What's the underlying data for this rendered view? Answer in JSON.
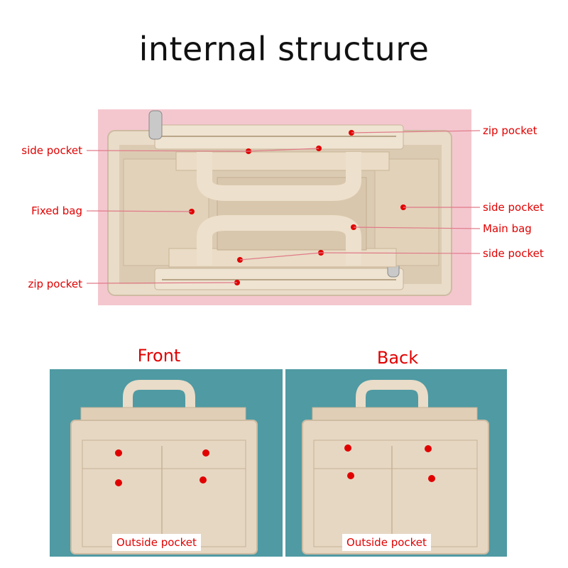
{
  "title": "internal structure",
  "callouts": {
    "left": [
      "side pocket",
      "Fixed bag",
      "zip pocket"
    ],
    "right": [
      "zip pocket",
      "side pocket",
      "Main bag",
      "side pocket"
    ]
  },
  "sections": {
    "front": {
      "label": "Front",
      "tag": "Outside pocket"
    },
    "back": {
      "label": "Back",
      "tag": "Outside pocket"
    }
  },
  "colors": {
    "accent": "#e10000",
    "felt": "#e6d7c3",
    "pink_bg": "#f4c7cf",
    "teal_bg": "#4f9aa3"
  }
}
